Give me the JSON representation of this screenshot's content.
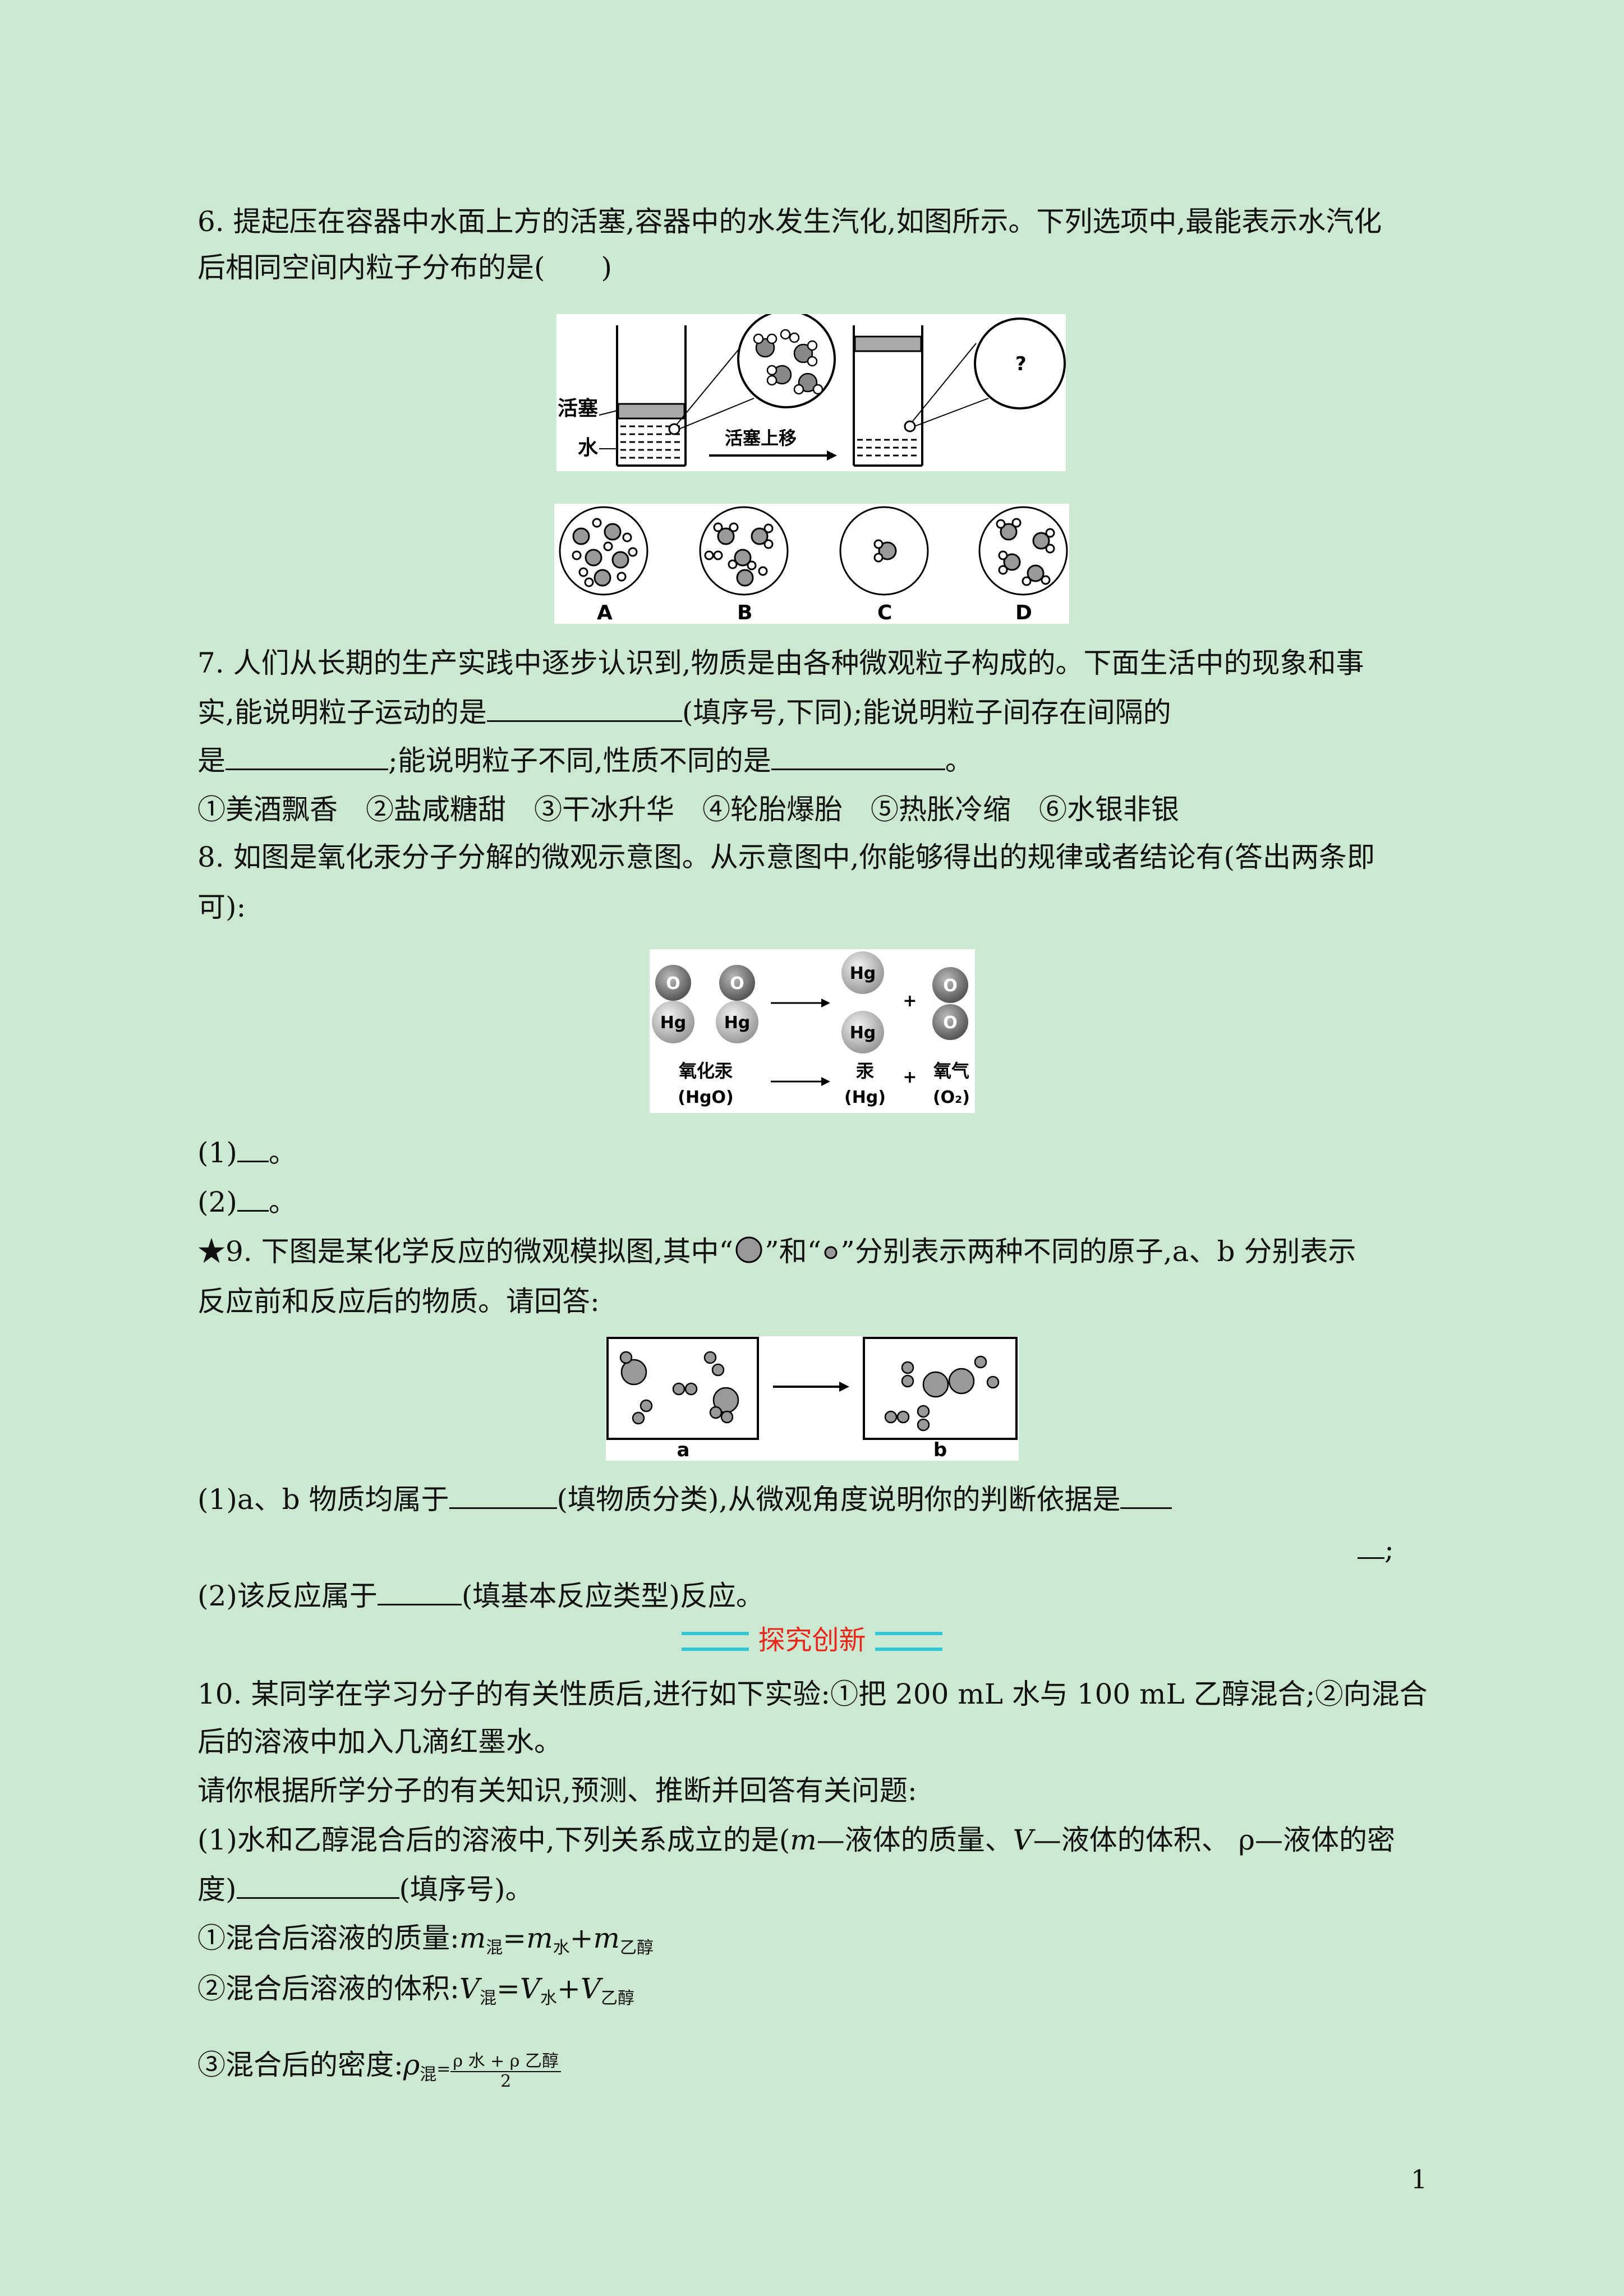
{
  "q6": {
    "line1": "6. 提起压在容器中水面上方的活塞,容器中的水发生汽化,如图所示。下列选项中,最能表示水汽化",
    "line2": "后相同空间内粒子分布的是(　　)",
    "fig_labels": {
      "piston": "活塞",
      "water": "水",
      "arrow": "活塞上移",
      "unknown": "?"
    },
    "options": [
      "A",
      "B",
      "C",
      "D"
    ]
  },
  "q7": {
    "line1": "7. 人们从长期的生产实践中逐步认识到,物质是由各种微观粒子构成的。下面生活中的现象和事",
    "line2a": "实,能说明粒子运动的是",
    "line2b": "(填序号,下同);能说明粒子间存在间隔的",
    "line3a": "是",
    "line3b": ";能说明粒子不同,性质不同的是",
    "line3c": "。",
    "items": "①美酒飘香　②盐咸糖甜　③干冰升华　④轮胎爆胎　⑤热胀冷缩　⑥水银非银"
  },
  "q8": {
    "line1": "8. 如图是氧化汞分子分解的微观示意图。从示意图中,你能够得出的规律或者结论有(答出两条即",
    "line2": "可):",
    "fig": {
      "o": "O",
      "hg": "Hg",
      "plus": "+",
      "hgo_name": "氧化汞",
      "hgo_formula": "(HgO)",
      "hg_name": "汞",
      "hg_formula": "(Hg)",
      "o2_name": "氧气",
      "o2_formula": "(O₂)"
    },
    "a1_num": "(1)",
    "a1_end": "。",
    "a2_num": "(2)",
    "a2_end": "。"
  },
  "q9": {
    "line1a": "★9. 下图是某化学反应的微观模拟图,其中“",
    "line1b": "”和“",
    "line1c": "”分别表示两种不同的原子,a、b 分别表示",
    "line2": "反应前和反应后的物质。请回答:",
    "fig_labels": [
      "a",
      "b"
    ],
    "p1a": "(1)a、b 物质均属于",
    "p1b": "(填物质分类),从微观角度说明你的判断依据是",
    "p1end": ";",
    "p2a": "(2)该反应属于",
    "p2b": "(填基本反应类型)反应。"
  },
  "section_title": "探究创新",
  "q10": {
    "line1": "10. 某同学在学习分子的有关性质后,进行如下实验:①把 200 mL 水与 100 mL 乙醇混合;②向混合",
    "line2": "后的溶液中加入几滴红墨水。",
    "line3": "请你根据所学分子的有关知识,预测、推断并回答有关问题:",
    "line4a": "(1)水和乙醇混合后的溶液中,下列关系成立的是(",
    "line4b": "m",
    "line4c": "—液体的质量、",
    "line4d": "V",
    "line4e": "—液体的体积、 ρ—液体的密",
    "line5a": "度)",
    "line5b": "(填序号)。",
    "f1": {
      "label": "①混合后溶液的质量:",
      "m": "m",
      "s_mix": "混",
      "eq": "=",
      "s_water": "水",
      "plus": "+",
      "s_eth": "乙醇"
    },
    "f2": {
      "label": "②混合后溶液的体积:",
      "v": "V",
      "s_mix": "混",
      "eq": "=",
      "s_water": "水",
      "plus": "+",
      "s_eth": "乙醇"
    },
    "f3": {
      "label": "③混合后的密度:",
      "rho": "ρ",
      "s_mix": "混",
      "eq": "=",
      "num": "ρ 水 + ρ 乙醇",
      "den": "2"
    }
  },
  "page_number": "1"
}
